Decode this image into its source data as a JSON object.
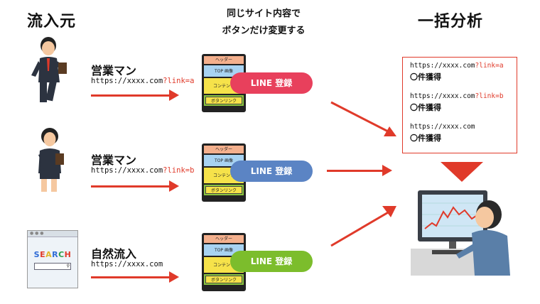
{
  "headings": {
    "source": "流入元",
    "middle_line1": "同じサイト内容で",
    "middle_line2": "ボタンだけ変更する",
    "analysis": "一括分析"
  },
  "rows": [
    {
      "label": "営業マン",
      "url_base": "https://xxxx.com",
      "url_param": "?link=a",
      "button": "LINE 登録",
      "button_color": "#e8405c"
    },
    {
      "label": "営業マン",
      "url_base": "https://xxxx.com",
      "url_param": "?link=b",
      "button": "LINE 登録",
      "button_color": "#5b84c4"
    },
    {
      "label": "自然流入",
      "url_base": "https://xxxx.com",
      "url_param": "",
      "button": "LINE 登録",
      "button_color": "#7cbd2c"
    }
  ],
  "page_mock": {
    "header": "ヘッダー",
    "image": "TOP 画像",
    "content": "コンテンツ",
    "button_link": "ボタンリンク"
  },
  "search_window": {
    "title": "SEARCH"
  },
  "results": [
    {
      "url_base": "https://xxxx.com",
      "url_param": "?link=a",
      "count": "〇件獲得"
    },
    {
      "url_base": "https://xxxx.com",
      "url_param": "?link=b",
      "count": "〇件獲得"
    },
    {
      "url_base": "https://xxxx.com",
      "url_param": "",
      "count": "〇件獲得"
    }
  ],
  "colors": {
    "accent_red": "#e03a2a"
  }
}
